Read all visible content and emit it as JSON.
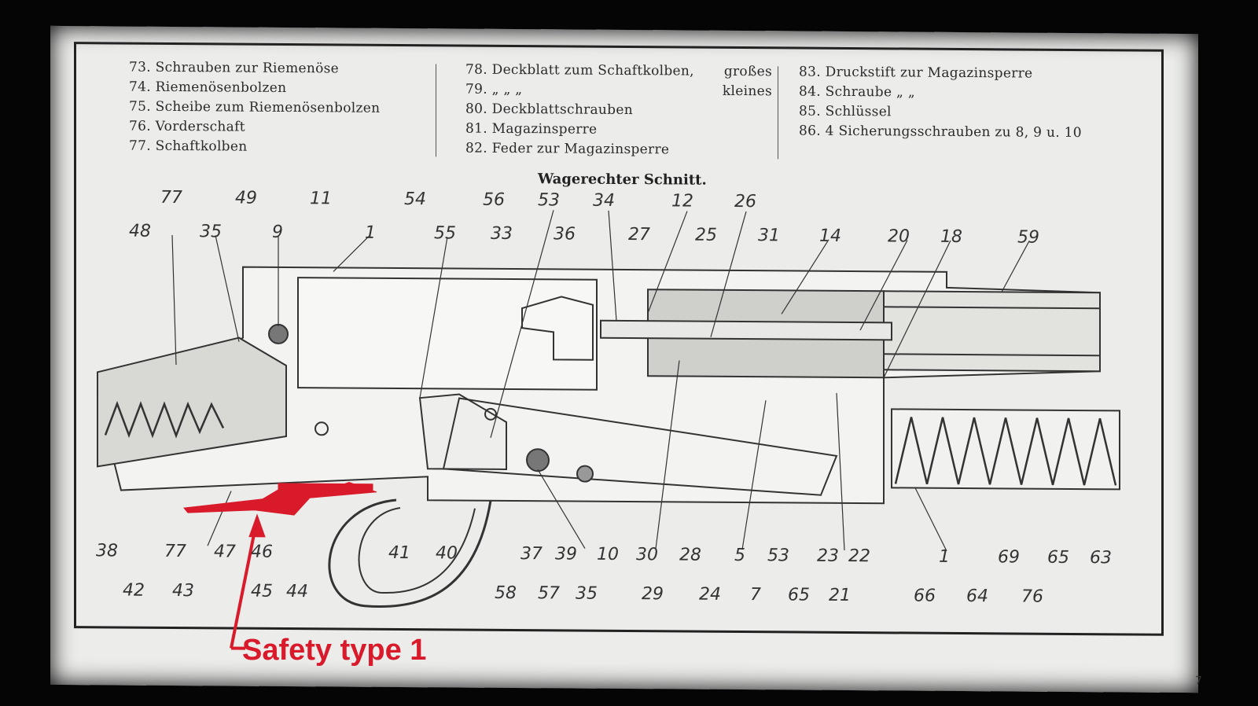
{
  "legend": {
    "col1": [
      "73. Schrauben zur Riemenöse",
      "74. Riemenösenbolzen",
      "75. Scheibe zum Riemenösenbolzen",
      "76. Vorderschaft",
      "77. Schaftkolben"
    ],
    "col2": [
      {
        "left": "78. Deckblatt zum Schaftkolben,",
        "right": "großes"
      },
      {
        "left": "79.        „          „          „",
        "right": "kleines"
      },
      {
        "left": "80. Deckblattschrauben",
        "right": ""
      },
      {
        "left": "81. Magazinsperre",
        "right": ""
      },
      {
        "left": "82. Feder zur Magazinsperre",
        "right": ""
      }
    ],
    "col3": [
      "83. Druckstift zur Magazinsperre",
      "84. Schraube   „        „",
      "85. Schlüssel",
      "86. 4 Sicherungsschrauben zu 8, 9 u. 10"
    ]
  },
  "section_title": "Wagerechter Schnitt.",
  "part_numbers_top_row1": [
    "77",
    "49",
    "11",
    "54",
    "56",
    "53",
    "34",
    "12",
    "26"
  ],
  "part_numbers_top_row2": [
    "48",
    "35",
    "9",
    "1",
    "55",
    "33",
    "36",
    "27",
    "25",
    "31",
    "14",
    "20",
    "18",
    "59"
  ],
  "part_numbers_bottom_row1": [
    "38",
    "77",
    "47",
    "46",
    "41",
    "40",
    "37",
    "39",
    "10",
    "30",
    "28",
    "5",
    "53",
    "23",
    "22",
    "1",
    "69",
    "65",
    "63"
  ],
  "part_numbers_bottom_row2": [
    "42",
    "43",
    "45",
    "44",
    "58",
    "57",
    "35",
    "29",
    "24",
    "7",
    "65",
    "21",
    "66",
    "64",
    "76"
  ],
  "page_number": "7",
  "annotation": {
    "label": "Safety type 1",
    "color": "#d91a2a"
  }
}
